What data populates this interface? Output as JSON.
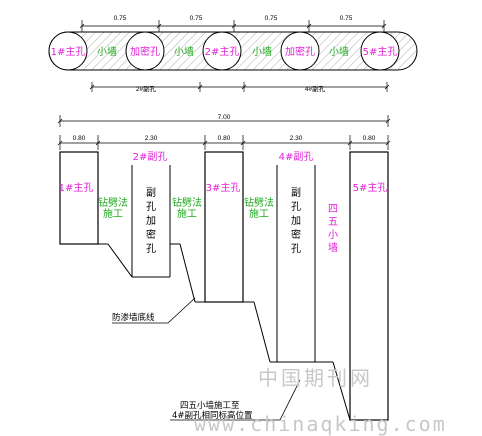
{
  "top_view": {
    "spacing_labels": [
      "0.75",
      "0.75",
      "0.75",
      "0.75"
    ],
    "holes": [
      "1#主孔",
      "加密孔",
      "2#主孔",
      "加密孔",
      "5#主孔"
    ],
    "walls": [
      "小墙",
      "小墙",
      "小墙",
      "小墙"
    ],
    "span_labels": [
      "2#副孔",
      "4#副孔"
    ]
  },
  "section": {
    "total_width": "7.00",
    "segment_widths": [
      "0.80",
      "2.30",
      "0.80",
      "2.30",
      "0.80"
    ],
    "secondary_holes": [
      "2#副孔",
      "4#副孔"
    ],
    "main_holes": [
      "1#主孔",
      "3#主孔",
      "5#主孔"
    ],
    "drill_labels": [
      "钻劈法\n施工",
      "钻劈法\n施工",
      "钻劈法\n施工"
    ],
    "infill_holes": [
      "副\n孔\n加\n密\n孔",
      "副\n孔\n加\n密\n孔"
    ],
    "wall_45": "四\n五\n小\n墙",
    "seepage_label": "防渗墙底线",
    "note": [
      "四五小墙施工至",
      "4#副孔相同标高位置"
    ]
  },
  "watermark": {
    "cn": "中国期刊网",
    "url": "www.chinaqking.com"
  },
  "colors": {
    "main_hole": "#e020d8",
    "wall_text": "#22aa22",
    "line": "#000000",
    "watermark": "#c8c8c8"
  }
}
